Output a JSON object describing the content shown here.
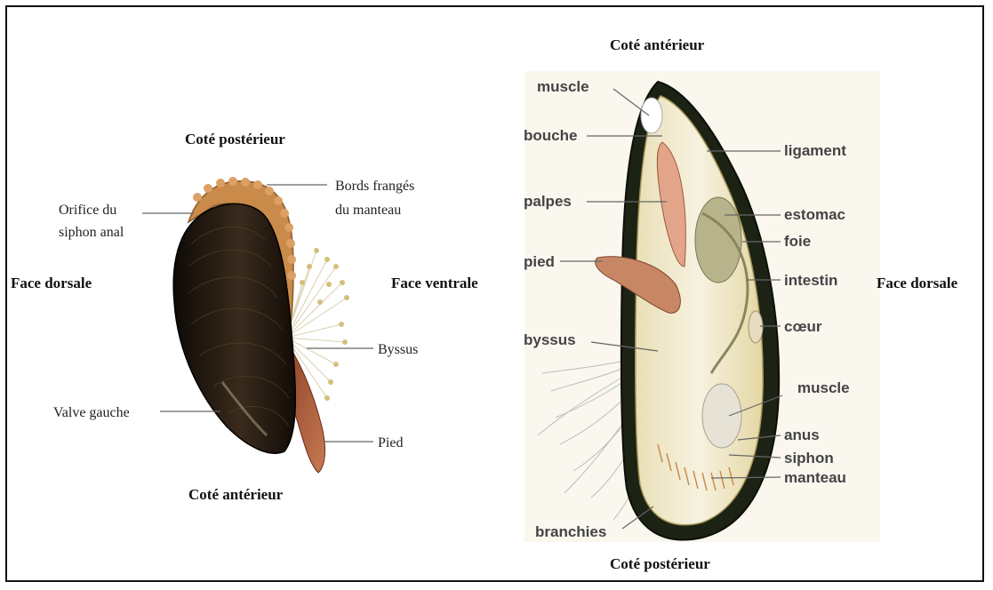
{
  "left_figure": {
    "orientation": {
      "top": "Coté postérieur",
      "bottom": "Coté antérieur",
      "left": "Face dorsale",
      "right": "Face ventrale"
    },
    "labels": {
      "orifice_line1": "Orifice du",
      "orifice_line2": "siphon anal",
      "bords_line1": "Bords frangés",
      "bords_line2": "du manteau",
      "byssus": "Byssus",
      "valve_gauche": "Valve gauche",
      "pied": "Pied"
    }
  },
  "right_figure": {
    "orientation": {
      "top": "Coté antérieur",
      "bottom": "Coté postérieur",
      "right": "Face dorsale"
    },
    "labels": {
      "muscle_top": "muscle",
      "bouche": "bouche",
      "palpes": "palpes",
      "pied": "pied",
      "byssus": "byssus",
      "branchies": "branchies",
      "ligament": "ligament",
      "estomac": "estomac",
      "foie": "foie",
      "intestin": "intestin",
      "coeur": "cœur",
      "muscle_bottom": "muscle",
      "anus": "anus",
      "siphon": "siphon",
      "manteau": "manteau"
    }
  },
  "colors": {
    "shell_dark": "#1c140e",
    "shell_inner": "#f3ecd6",
    "fringe": "#c98a4a",
    "foot": "#b5654a",
    "border": "#111111"
  }
}
